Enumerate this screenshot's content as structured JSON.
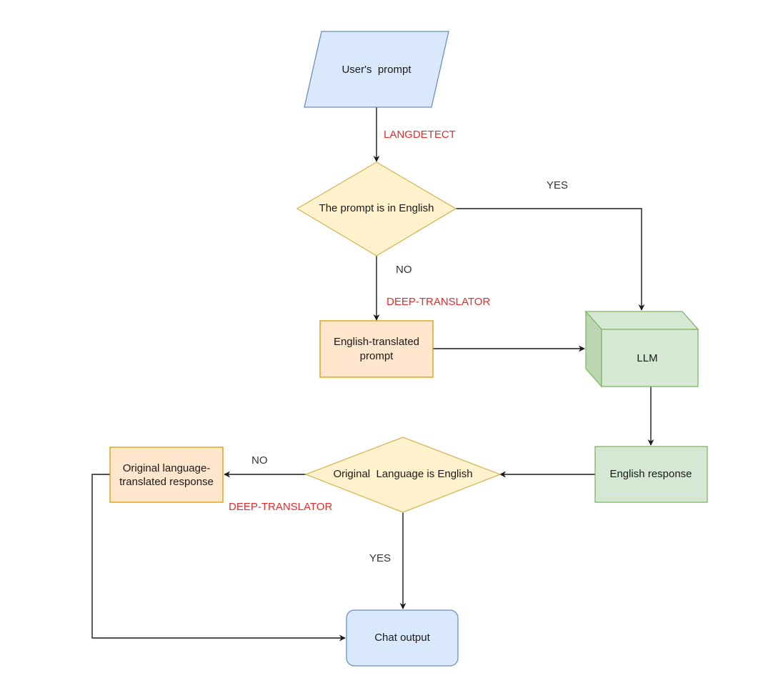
{
  "diagram": {
    "nodes": {
      "user_prompt": {
        "label": "User's  prompt"
      },
      "is_english": {
        "label": "The prompt is in English"
      },
      "translated_prompt": {
        "line1": "English-translated",
        "line2": "prompt"
      },
      "llm": {
        "label": "LLM"
      },
      "english_response": {
        "label": "English response"
      },
      "original_is_english": {
        "label": "Original  Language is English"
      },
      "original_translated": {
        "line1": "Original language-",
        "line2": "translated response"
      },
      "chat_output": {
        "label": "Chat output"
      }
    },
    "edge_labels": {
      "langdetect": "LANGDETECT",
      "yes_top": "YES",
      "no_top": "NO",
      "deep_translator_top": "DEEP-TRANSLATOR",
      "no_bottom": "NO",
      "deep_translator_bottom": "DEEP-TRANSLATOR",
      "yes_bottom": "YES"
    },
    "colors": {
      "blue_fill": "#dae8fc",
      "blue_stroke": "#6c8ebf",
      "yellow_fill": "#fff2cc",
      "yellow_stroke": "#d6b656",
      "orange_fill": "#ffe6cc",
      "orange_stroke": "#d79b00",
      "green_fill": "#d5e8d4",
      "green_stroke": "#82b366",
      "green_dark": "#b9d7b1",
      "red_label": "#e52b2b"
    }
  }
}
